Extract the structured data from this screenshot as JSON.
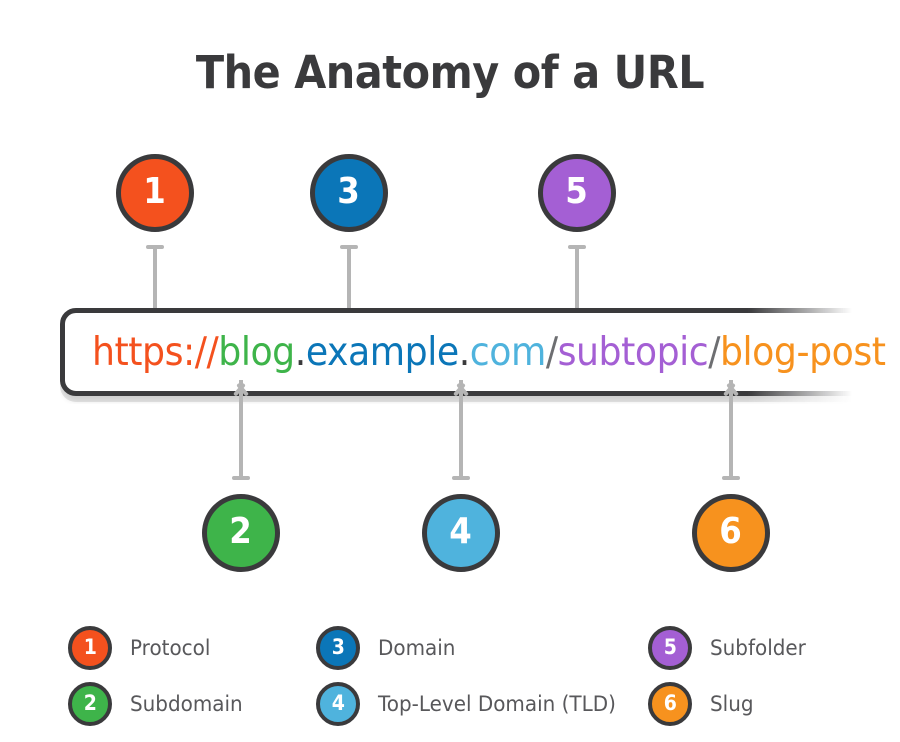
{
  "title": "The Anatomy of a URL",
  "colors": {
    "outline": "#3a3a3c",
    "arrow": "#b5b5b5",
    "label_text": "#58585b",
    "protocol": "#f4511e",
    "subdomain": "#3eb44a",
    "domain": "#0b76b8",
    "tld": "#4fb3dd",
    "subfolder": "#a45fd4",
    "slug": "#f7921e",
    "separator": "#6d6e71",
    "dot": "#3a3a3c"
  },
  "url": {
    "full": "https://blog.example.com/subtopic/blog-post",
    "parts": [
      {
        "text": "https://",
        "color": "#f4511e",
        "part": "protocol"
      },
      {
        "text": "blog",
        "color": "#3eb44a",
        "part": "subdomain"
      },
      {
        "text": ".",
        "color": "#3a3a3c",
        "part": "dot"
      },
      {
        "text": "example",
        "color": "#0b76b8",
        "part": "domain"
      },
      {
        "text": ".",
        "color": "#3a3a3c",
        "part": "dot"
      },
      {
        "text": "com",
        "color": "#4fb3dd",
        "part": "tld"
      },
      {
        "text": "/",
        "color": "#6d6e71",
        "part": "separator"
      },
      {
        "text": "subtopic",
        "color": "#a45fd4",
        "part": "subfolder"
      },
      {
        "text": "/",
        "color": "#6d6e71",
        "part": "separator"
      },
      {
        "text": "blog-post",
        "color": "#f7921e",
        "part": "slug"
      }
    ]
  },
  "callouts": [
    {
      "number": "1",
      "color": "#f4511e",
      "target": "protocol",
      "direction": "down"
    },
    {
      "number": "2",
      "color": "#3eb44a",
      "target": "subdomain",
      "direction": "up"
    },
    {
      "number": "3",
      "color": "#0b76b8",
      "target": "domain",
      "direction": "down"
    },
    {
      "number": "4",
      "color": "#4fb3dd",
      "target": "tld",
      "direction": "up"
    },
    {
      "number": "5",
      "color": "#a45fd4",
      "target": "subfolder",
      "direction": "down"
    },
    {
      "number": "6",
      "color": "#f7921e",
      "target": "slug",
      "direction": "up"
    }
  ],
  "legend": [
    {
      "number": "1",
      "label": "Protocol",
      "color": "#f4511e"
    },
    {
      "number": "3",
      "label": "Domain",
      "color": "#0b76b8"
    },
    {
      "number": "5",
      "label": "Subfolder",
      "color": "#a45fd4"
    },
    {
      "number": "2",
      "label": "Subdomain",
      "color": "#3eb44a"
    },
    {
      "number": "4",
      "label": "Top-Level Domain (TLD)",
      "color": "#4fb3dd"
    },
    {
      "number": "6",
      "label": "Slug",
      "color": "#f7921e"
    }
  ]
}
